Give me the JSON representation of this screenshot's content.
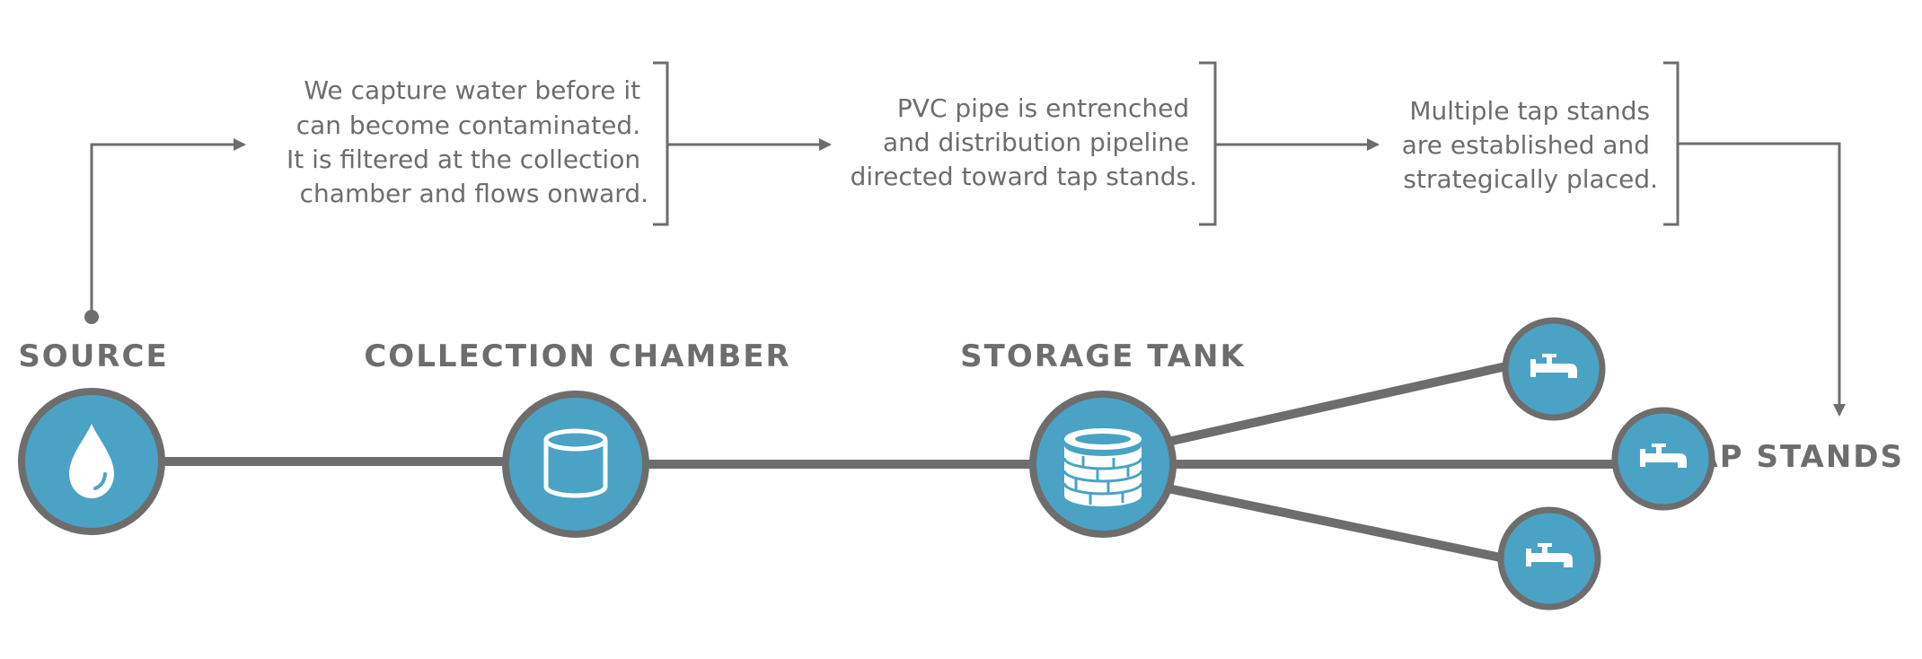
{
  "colors": {
    "gray": "#6d6d6d",
    "blue": "#4aa3c4",
    "white": "#ffffff"
  },
  "nodes": {
    "source": {
      "label": "SOURCE",
      "icon": "water-drop-icon"
    },
    "collection": {
      "label": "COLLECTION CHAMBER",
      "icon": "cylinder-icon"
    },
    "storage": {
      "label": "STORAGE TANK",
      "icon": "brick-tank-icon"
    },
    "taps": {
      "label": "TAP STANDS",
      "icon": "water-tap-icon"
    }
  },
  "descriptions": {
    "step1": [
      "We capture water before it",
      "can become contaminated.",
      "It is filtered at the collection",
      "chamber and flows onward."
    ],
    "step2": [
      "PVC pipe is entrenched",
      "and distribution pipeline",
      "directed toward tap stands."
    ],
    "step3": [
      "Multiple tap stands",
      "are established and",
      "strategically placed."
    ]
  }
}
